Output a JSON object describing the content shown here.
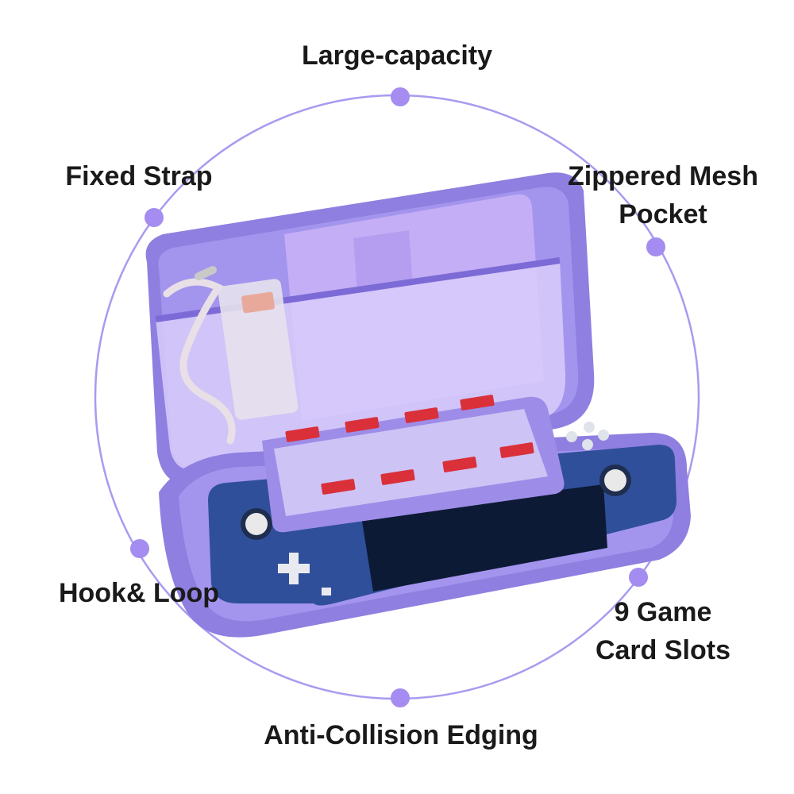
{
  "colors": {
    "accent_ring": "#a89bf0",
    "accent_dot": "#a48cf0",
    "case_purple": "#8e7fe0",
    "case_inner": "#b9a6f0",
    "console_blue": "#2f4f9a",
    "label_text": "#1a1a1a"
  },
  "features": {
    "large_capacity": "Large-capacity",
    "fixed_strap": "Fixed Strap",
    "zippered_mesh_pocket": {
      "line1": "Zippered Mesh",
      "line2": "Pocket"
    },
    "hook_loop": "Hook& Loop",
    "game_card_slots": {
      "line1": "9 Game",
      "line2": "Card Slots"
    },
    "anti_collision_edging": "Anti-Collision Edging"
  }
}
